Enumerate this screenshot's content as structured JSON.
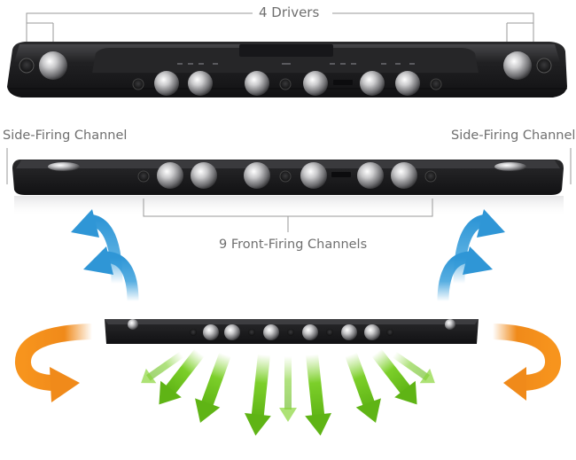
{
  "labels": {
    "drivers": "4 Drivers",
    "side_left": "Side-Firing Channel",
    "side_right": "Side-Firing Channel",
    "front": "9 Front-Firing Channels"
  },
  "colors": {
    "label": "#6f6f6f",
    "bracket": "#9a9a9a",
    "bar_body": "#1c1c1e",
    "bar_top": "#343436",
    "side_arrow": "#3aa0dc",
    "ring_arrow": "#f08a1a",
    "front_arrow": "#6cc41a"
  },
  "icons": [
    "driver-knob-icon",
    "side-arrow-icon",
    "ring-arrow-icon",
    "front-arrow-icon"
  ]
}
